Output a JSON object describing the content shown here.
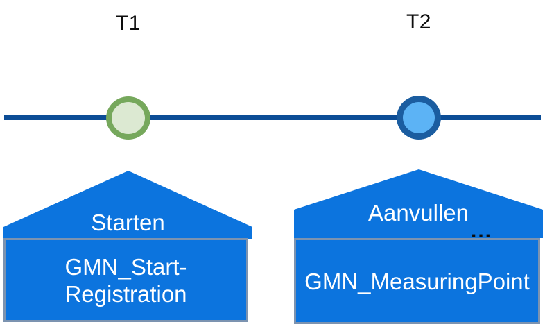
{
  "diagram": {
    "type": "timeline",
    "background_color": "#FFFFFF",
    "axis": {
      "color": "#0C4D96"
    },
    "milestones": [
      {
        "label": "T1",
        "marker_icon": "circle-outline-icon",
        "fill_color": "#DCE9D2",
        "border_color": "#76A85C"
      },
      {
        "label": "T2",
        "marker_icon": "circle-filled-icon",
        "fill_color": "#5CB3F5",
        "border_color": "#1B5DA0"
      }
    ],
    "phases": [
      {
        "banner_label": "Starten",
        "ellipsis": "",
        "box_label": "GMN_Start-Registration",
        "shape_color": "#0C74DE",
        "box_border_color": "#7C93B0"
      },
      {
        "banner_label": "Aanvullen",
        "ellipsis": "...",
        "box_label": "GMN_MeasuringPoint",
        "shape_color": "#0C74DE",
        "box_border_color": "#7C93B0"
      }
    ]
  }
}
